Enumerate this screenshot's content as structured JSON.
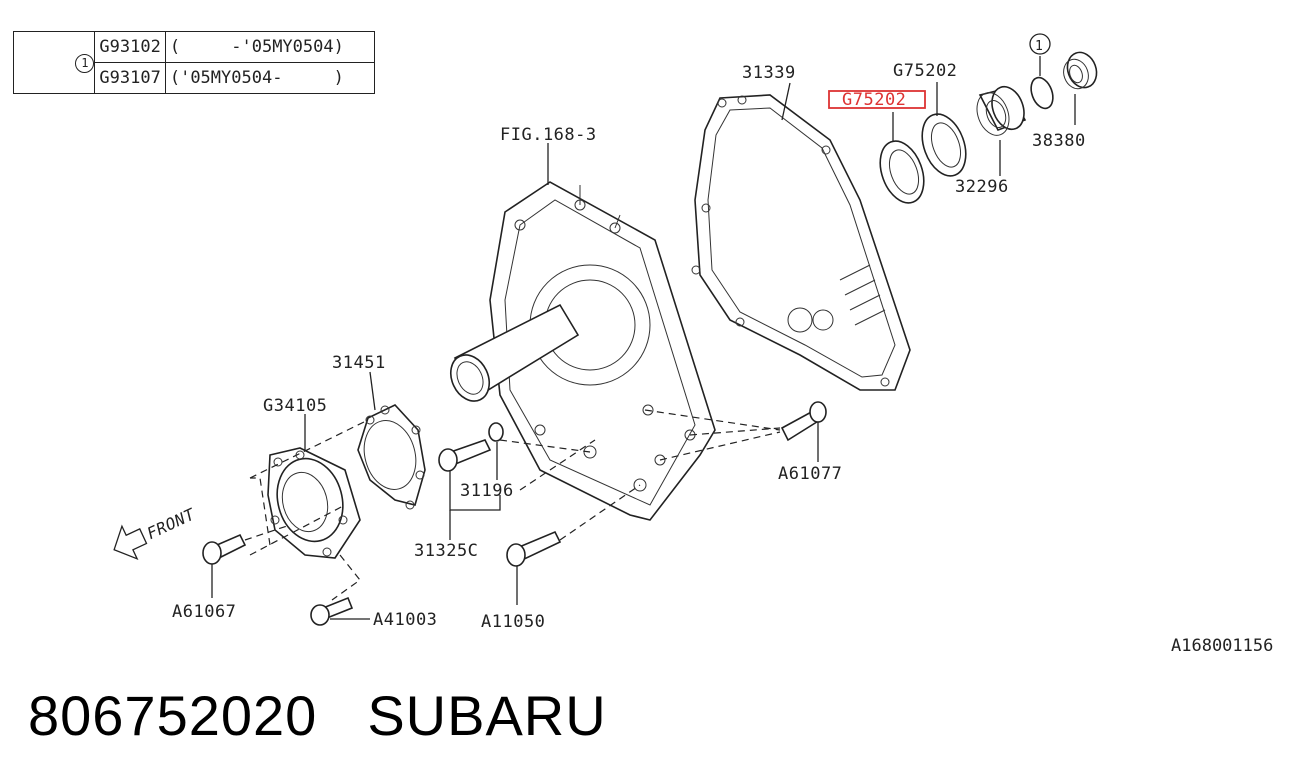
{
  "legend": {
    "marker": "1",
    "rows": [
      {
        "code": "G93102",
        "range": "(     -'05MY0504)"
      },
      {
        "code": "G93107",
        "range": "('05MY0504-     )"
      }
    ]
  },
  "labels": {
    "fig": "FIG.168-3",
    "p31339": "31339",
    "pG75202_top": "G75202",
    "pG75202_hl": "G75202",
    "marker_1": "1",
    "p38380": "38380",
    "p32296": "32296",
    "p31451": "31451",
    "pG34105": "G34105",
    "p31196": "31196",
    "p31325C": "31325C",
    "pA61077": "A61077",
    "pA61067": "A61067",
    "pA41003": "A41003",
    "pA11050": "A11050",
    "front": "FRONT"
  },
  "reference": "A168001156",
  "footer": {
    "part_number": "806752020",
    "brand": "SUBARU"
  },
  "colors": {
    "highlight": "#dd3333",
    "line": "#222222"
  }
}
